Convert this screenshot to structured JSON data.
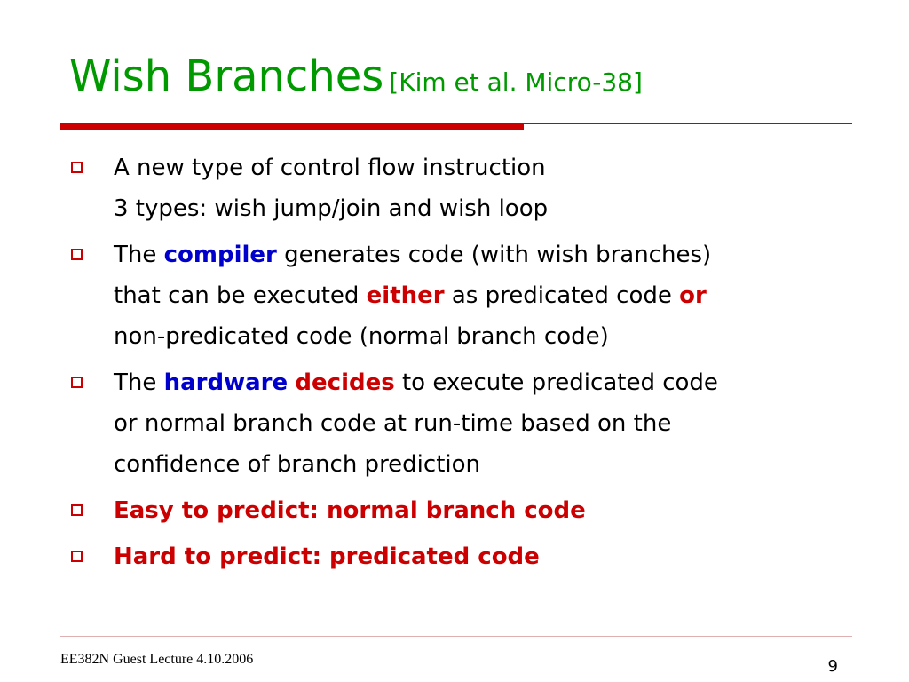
{
  "slide": {
    "title": "Wish Branches",
    "citation": "[Kim et al. Micro-38]",
    "bullets": [
      {
        "line1": "A new type of control flow instruction",
        "line2": "3 types: wish jump/join and wish loop"
      },
      {
        "a1": "The ",
        "a2": "compiler",
        "a3": " generates code (with wish branches)",
        "b1": "that can be executed ",
        "b2": "either",
        "b3": " as predicated code ",
        "b4": "or",
        "c1": "non-predicated code (normal branch code)"
      },
      {
        "a1": "The ",
        "a2": "hardware",
        "a3": "decides",
        "a4": " to execute predicated code",
        "b1": "or normal branch code at run-time based on the",
        "c1": "confidence of branch prediction"
      },
      {
        "text": "Easy to predict: normal branch code"
      },
      {
        "text": "Hard to predict: predicated code"
      }
    ]
  },
  "footer": {
    "left": "EE382N Guest Lecture 4.10.2006",
    "page": "9"
  },
  "colors": {
    "title": "#009900",
    "accent_red": "#cc0000",
    "accent_blue": "#0000cc"
  }
}
